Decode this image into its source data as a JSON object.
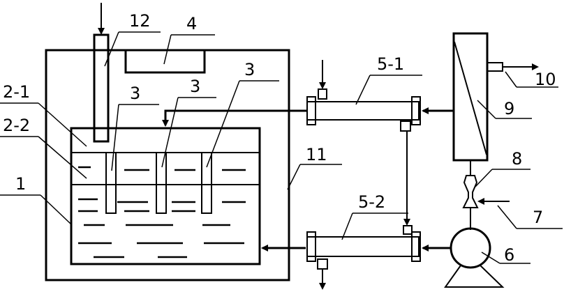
{
  "labels": {
    "l1": "1",
    "l2_1": "2-1",
    "l2_2": "2-2",
    "l3a": "3",
    "l3b": "3",
    "l3c": "3",
    "l4": "4",
    "l5_1": "5-1",
    "l5_2": "5-2",
    "l6": "6",
    "l7": "7",
    "l8": "8",
    "l9": "9",
    "l10": "10",
    "l11": "11",
    "l12": "12"
  }
}
